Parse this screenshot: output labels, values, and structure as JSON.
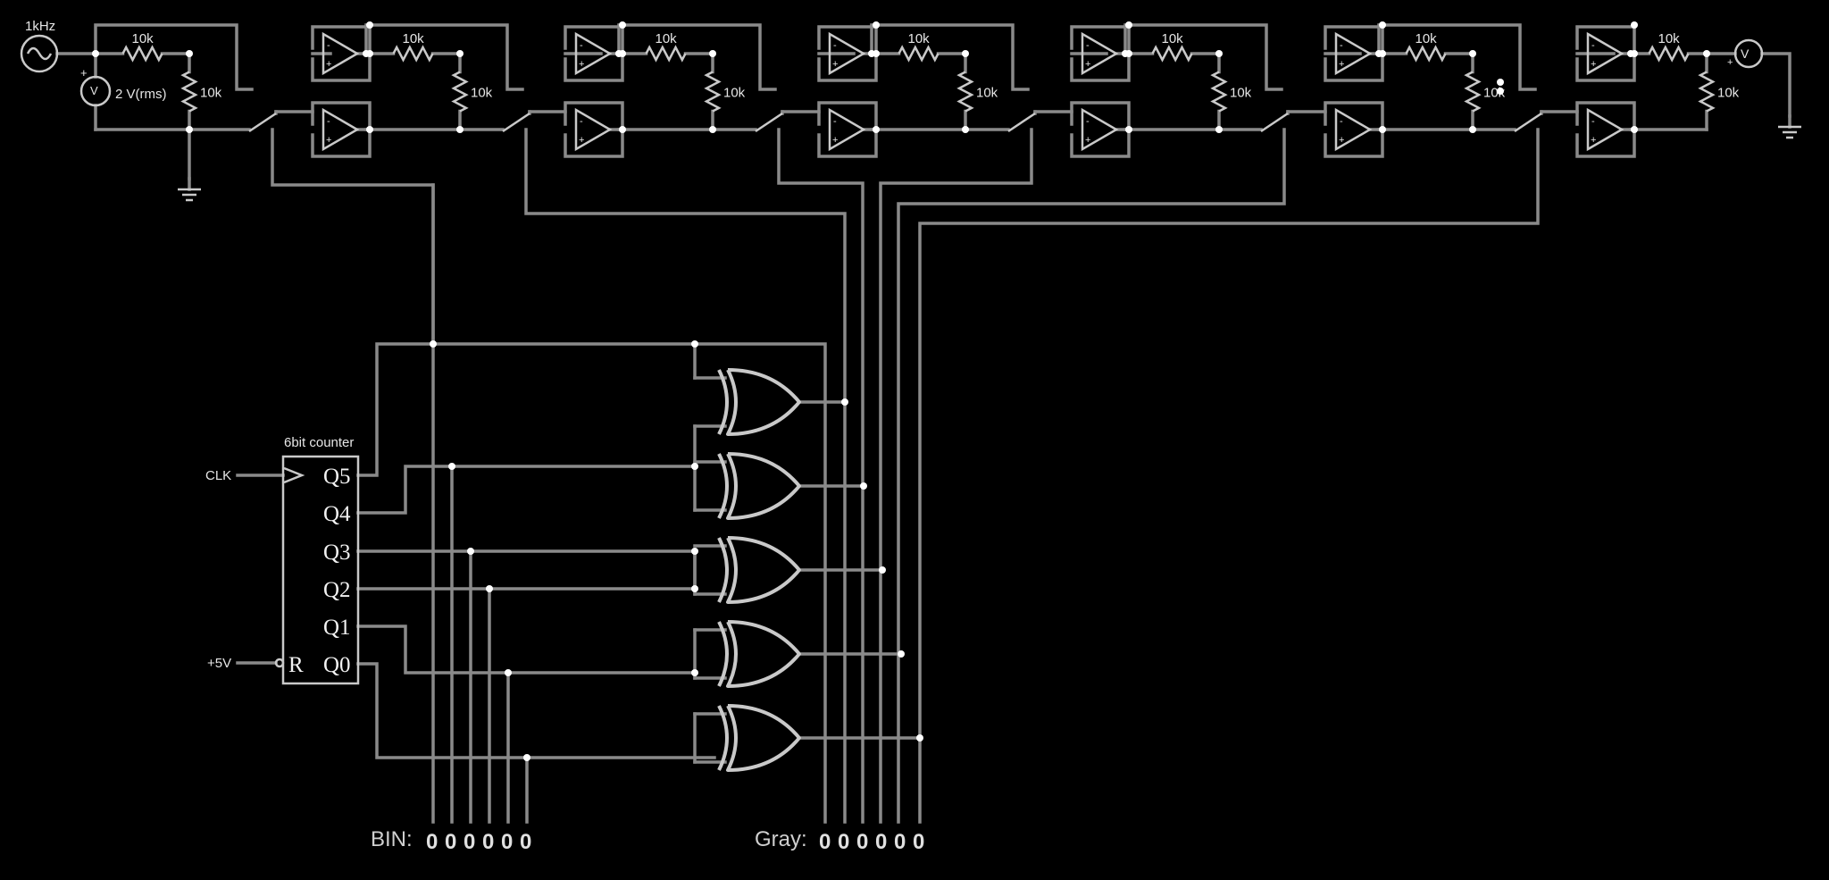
{
  "source": {
    "frequency_label": "1kHz",
    "amplitude_label": "2 V(rms)",
    "plus_sign": "+"
  },
  "stage_resistor_value": "10k",
  "output_meter": {
    "symbol": "V",
    "plus_sign": "+"
  },
  "input_meter": {
    "symbol": "V"
  },
  "counter": {
    "title": "6bit counter",
    "clk_label": "CLK",
    "reset_supply_label": "+5V",
    "reset_pin": "R",
    "outputs": [
      "Q5",
      "Q4",
      "Q3",
      "Q2",
      "Q1",
      "Q0"
    ]
  },
  "bin_readout": {
    "label": "BIN:",
    "bits": [
      "0",
      "0",
      "0",
      "0",
      "0",
      "0"
    ]
  },
  "gray_readout": {
    "label": "Gray:",
    "bits": [
      "0",
      "0",
      "0",
      "0",
      "0",
      "0"
    ]
  },
  "xor_gate_count": 5,
  "stage_count": 6
}
